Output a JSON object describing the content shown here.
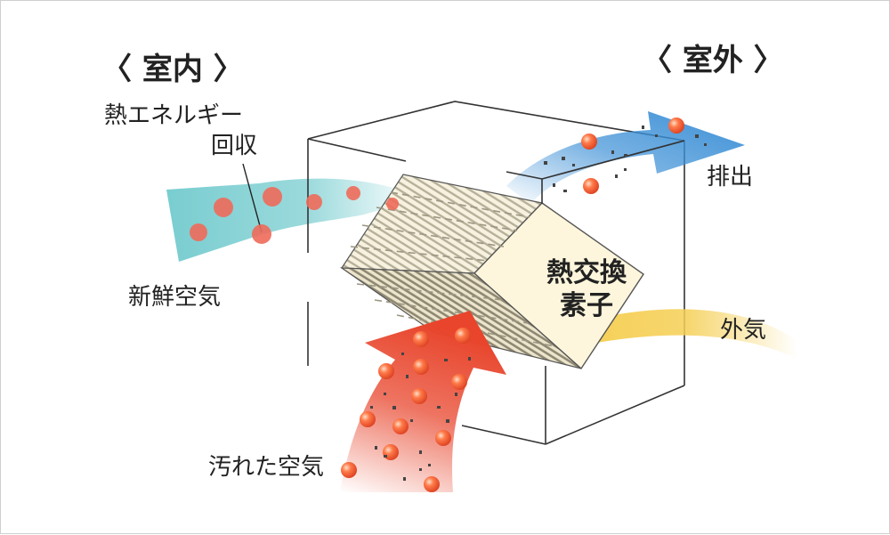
{
  "labels": {
    "indoor": "〈 室内 〉",
    "outdoor": "〈 室外 〉",
    "heat_recovery_line1": "熱エネルギー",
    "heat_recovery_line2": "回収",
    "fresh_air": "新鮮空気",
    "exhaust": "排出",
    "outside_air": "外気",
    "dirty_air": "汚れた空気",
    "core_line1": "熱交換",
    "core_line2": "素子"
  },
  "colors": {
    "fresh_air": "#79cdd0",
    "exhaust": "#3b8fd6",
    "outside_air": "#f5cf55",
    "dirty_air": "#e8452c",
    "particle": "#e8574a",
    "core_face": "#fdf6dc",
    "core_stripes": "#bcb59d"
  }
}
